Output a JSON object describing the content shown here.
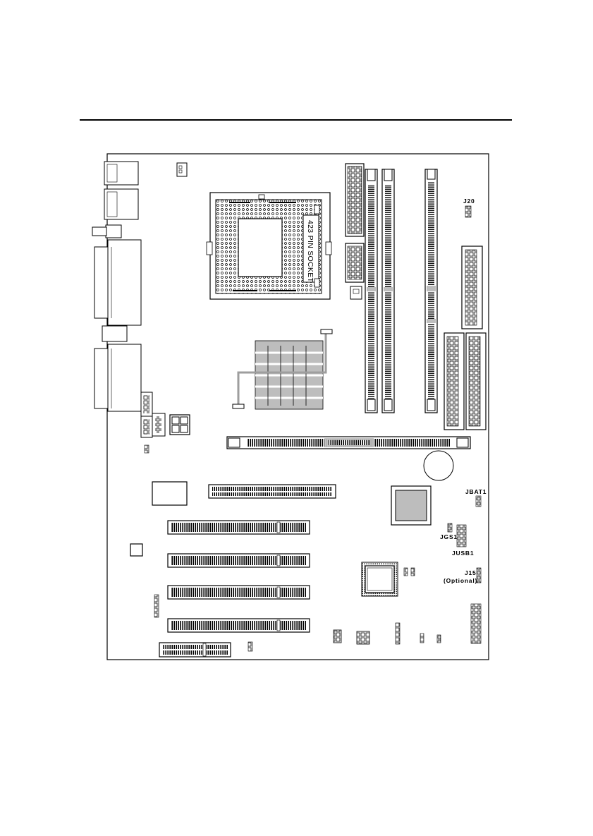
{
  "board": {
    "socket_label": "423 PIN SOCKET",
    "labels": {
      "j20": "J20",
      "jbat1": "JBAT1",
      "jgs1": "JGS1",
      "jusb1": "JUSB1",
      "j15": "J15",
      "optional": "(Optional)"
    }
  },
  "colors": {
    "ink": "#000000",
    "shade": "#bdbdbd",
    "paper": "#ffffff"
  }
}
